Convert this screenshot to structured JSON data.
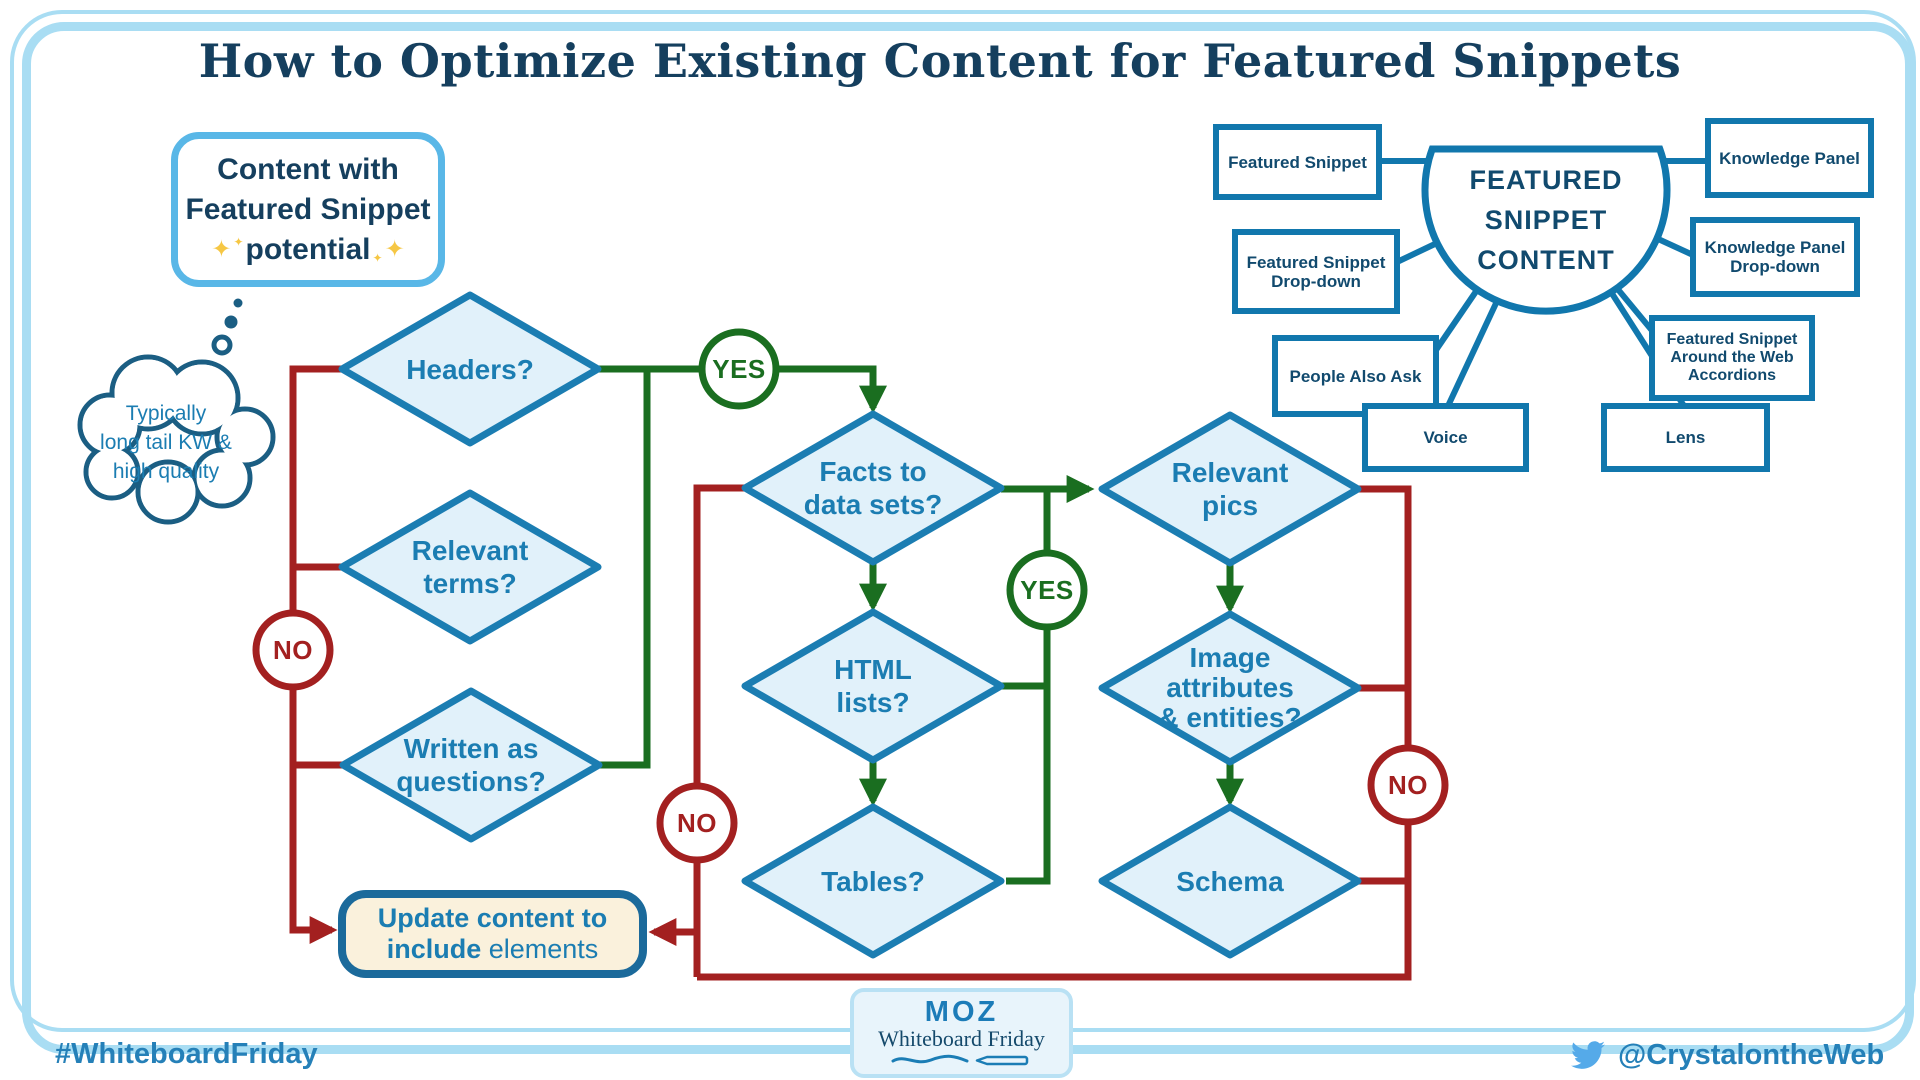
{
  "title": "How to Optimize Existing Content for Featured Snippets",
  "start": {
    "line1": "Content with",
    "line2": "Featured Snippet",
    "line3": "potential",
    "sparkle": "✦"
  },
  "cloud": {
    "line1": "Typically",
    "line2": "long tail KW &",
    "line3": "high quality"
  },
  "flow": {
    "yes": "YES",
    "no": "NO",
    "diamonds": [
      {
        "lines": [
          "Headers?"
        ]
      },
      {
        "lines": [
          "Relevant",
          "terms?"
        ]
      },
      {
        "lines": [
          "Written as",
          "questions?"
        ]
      },
      {
        "lines": [
          "Facts to",
          "data sets?"
        ]
      },
      {
        "lines": [
          "HTML",
          "lists?"
        ]
      },
      {
        "lines": [
          "Tables?"
        ]
      },
      {
        "lines": [
          "Relevant",
          "pics"
        ]
      },
      {
        "lines": [
          "Image",
          "attributes",
          "& entities?"
        ]
      },
      {
        "lines": [
          "Schema"
        ]
      }
    ],
    "update_line1": "Update content to",
    "update_bold": "include",
    "update_rest": " elements"
  },
  "mindmap": {
    "center1": "FEATURED",
    "center2": "SNIPPET",
    "center3": "CONTENT",
    "boxes": [
      {
        "lines": [
          "Featured Snippet"
        ]
      },
      {
        "lines": [
          "Featured Snippet",
          "Drop-down"
        ]
      },
      {
        "lines": [
          "People Also Ask"
        ]
      },
      {
        "lines": [
          "Voice"
        ]
      },
      {
        "lines": [
          "Knowledge Panel"
        ]
      },
      {
        "lines": [
          "Knowledge Panel",
          "Drop-down"
        ]
      },
      {
        "lines": [
          "Featured Snippet",
          "Around the Web",
          "Accordions"
        ]
      },
      {
        "lines": [
          "Lens"
        ]
      }
    ]
  },
  "footer": {
    "hashtag": "#WhiteboardFriday",
    "brand": "MOZ",
    "brand_sub": "Whiteboard Friday",
    "handle": "@CrystalontheWeb"
  },
  "colors": {
    "flow_blue": "#1b7db2",
    "diamond_fill": "#e1f1fa",
    "green": "#1a6e20",
    "red": "#a32020",
    "title_navy": "#153f5e",
    "mindmap_blue": "#1177ad",
    "mindmap_text": "#114a6e",
    "frame_blue": "#a9ddf3",
    "sparkle_gold": "#f6c744",
    "cream": "#faf1dc",
    "footer_blue": "#2580b8",
    "twitter_blue": "#55aae9"
  }
}
